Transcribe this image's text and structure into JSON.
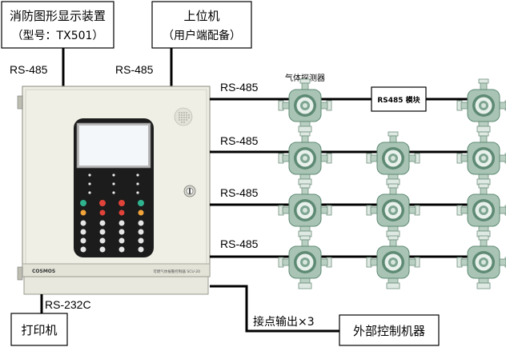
{
  "boxes": {
    "fire_display_line1": "消防图形显示装置",
    "fire_display_line2": "（型号：TX501）",
    "host_line1": "上位机",
    "host_line2": "（用户端配备）",
    "printer": "打印机",
    "external_control": "外部控制机器",
    "module": "RS485 模块"
  },
  "labels": {
    "rs485": "RS-485",
    "rs232c": "RS-232C",
    "gas_detector": "气体探测器",
    "contact_output": "接点输出×3"
  },
  "panel": {
    "brand": "COSMOS",
    "model_text": "可燃气体报警控制器 SCU-20"
  },
  "colors": {
    "detector_body": "#a9c4b4",
    "detector_dark": "#5e8a74",
    "detector_ring": "#e9f1ec",
    "cabinet": "#efefe6",
    "keypad": "#1c1c1c",
    "screen": "#f4f7f9",
    "line": "#000000"
  },
  "icons": {
    "detector": "gas-detector-icon",
    "key": "key-lock-icon",
    "speaker": "speaker-icon",
    "hinge": "hinge-icon"
  }
}
